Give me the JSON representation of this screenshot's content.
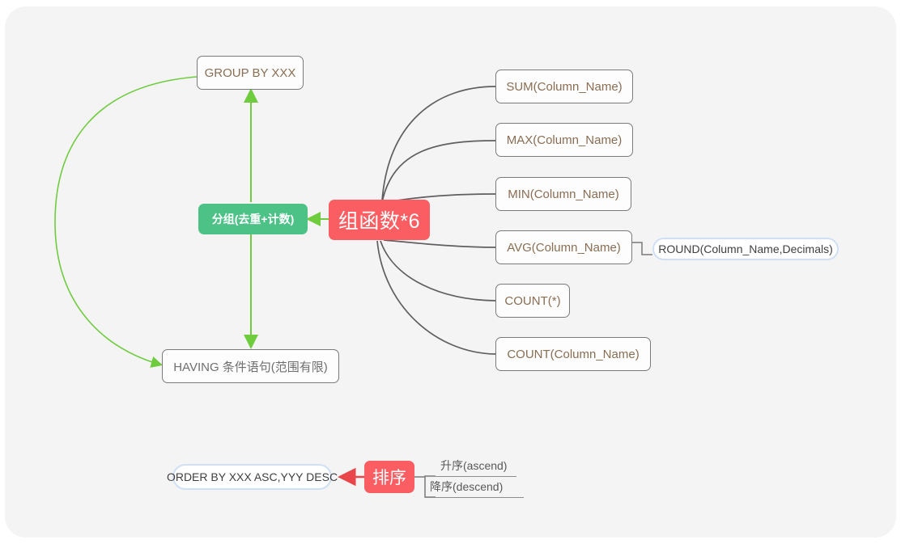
{
  "canvas": {
    "background": "#f4f4f4",
    "page_background": "#ffffff"
  },
  "colors": {
    "accent_red": "#fb5e62",
    "accent_green": "#4cc287",
    "edge_green": "#6fcc3f",
    "edge_gray": "#5f5f5f",
    "pill_border_blue": "#cfe0f5",
    "box_text": "#8a6d52"
  },
  "nodes": {
    "root": {
      "label": "组函数*6"
    },
    "group": {
      "label": "分组(去重+计数)"
    },
    "group_by": {
      "label": "GROUP BY XXX"
    },
    "having": {
      "label": "HAVING 条件语句(范围有限)"
    },
    "sum": {
      "label": "SUM(Column_Name)"
    },
    "max": {
      "label": "MAX(Column_Name)"
    },
    "min": {
      "label": "MIN(Column_Name)"
    },
    "avg": {
      "label": "AVG(Column_Name)"
    },
    "round": {
      "label": "ROUND(Column_Name,Decimals)"
    },
    "count_star": {
      "label": "COUNT(*)"
    },
    "count_col": {
      "label": "COUNT(Column_Name)"
    },
    "order": {
      "label": "排序"
    },
    "order_by": {
      "label": "ORDER BY XXX ASC,YYY DESC"
    },
    "ascend": {
      "label": "升序(ascend)"
    },
    "descend": {
      "label": "降序(descend)"
    }
  }
}
